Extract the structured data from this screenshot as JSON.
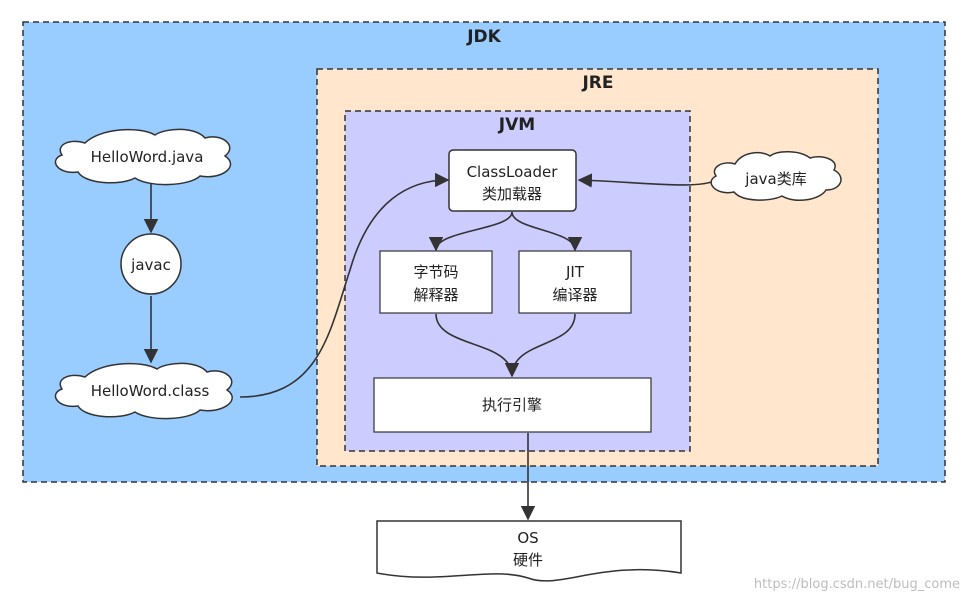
{
  "containers": {
    "jdk": {
      "label": "JDK",
      "color": "#99ccff"
    },
    "jre": {
      "label": "JRE",
      "color": "#ffe6cc"
    },
    "jvm": {
      "label": "JVM",
      "color": "#ccccff"
    }
  },
  "nodes": {
    "source_file": "HelloWord.java",
    "compiler": "javac",
    "class_file": "HelloWord.class",
    "java_lib": "java类库",
    "classloader": {
      "line1": "ClassLoader",
      "line2": "类加载器"
    },
    "interpreter": {
      "line1": "字节码",
      "line2": "解释器"
    },
    "jit": {
      "line1": "JIT",
      "line2": "编译器"
    },
    "engine": "执行引擎",
    "os": {
      "line1": "OS",
      "line2": "硬件"
    }
  },
  "watermark": "https://blog.csdn.net/bug_come",
  "colors": {
    "line": "#333333",
    "node_fill": "#ffffff"
  }
}
